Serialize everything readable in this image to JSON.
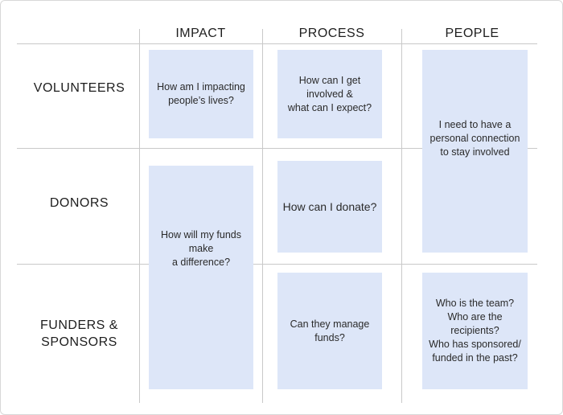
{
  "columns": {
    "impact": "IMPACT",
    "process": "PROCESS",
    "people": "PEOPLE"
  },
  "rows": {
    "volunteers": "VOLUNTEERS",
    "donors": "DONORS",
    "funders": "FUNDERS &\nSPONSORS"
  },
  "cards": {
    "volunteers_impact": "How am I  impacting\npeople’s lives?",
    "volunteers_process": "How can I get\ninvolved &\nwhat can I expect?",
    "people_connection": "I need to have a\npersonal connection\nto stay involved",
    "donors_process": "How can I donate?",
    "impact_funds": "How will my funds\nmake\na difference?",
    "funders_process": "Can they manage\nfunds?",
    "funders_people": "Who is the team?\nWho are the\nrecipients?\nWho has sponsored/\nfunded in the past?"
  },
  "colors": {
    "card_fill": "#dde6f8",
    "grid_line": "#c9c9c9"
  }
}
